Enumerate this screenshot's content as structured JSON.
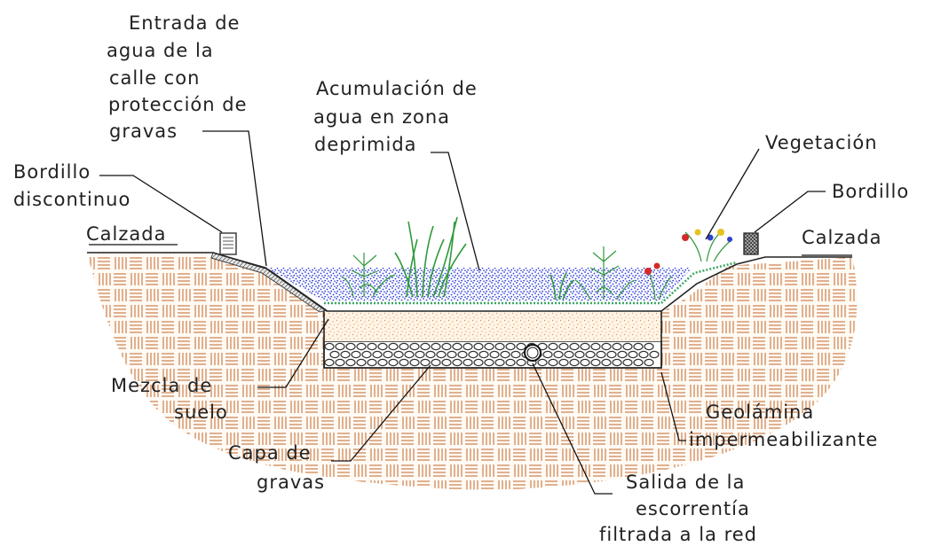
{
  "colors": {
    "soil": "#c8743c",
    "soil_bg": "#fffaf4",
    "water": "#2a3bd6",
    "mix": "#d98a4a",
    "mix_bg": "#fff4e6",
    "gravel": "#333333",
    "curb": "#777777",
    "plant_green": "#2f9a3a",
    "flower_red": "#d42a2a",
    "flower_yellow": "#e6c21c",
    "flower_blue": "#3040c8"
  },
  "labels": {
    "entrada": [
      "Entrada de",
      "agua de la",
      "calle con",
      "protección de",
      "gravas"
    ],
    "acumulacion": [
      "Acumulación de",
      "agua en zona",
      "deprimida"
    ],
    "vegetacion": [
      "Vegetación"
    ],
    "bordillo_discontinuo": [
      "Bordillo",
      "discontinuo"
    ],
    "bordillo": [
      "Bordillo"
    ],
    "calzada_left": [
      "Calzada"
    ],
    "calzada_right": [
      "Calzada"
    ],
    "mezcla": [
      "Mezcla de",
      "suelo"
    ],
    "geolamina": [
      "Geolámina",
      "impermeabilizante"
    ],
    "capa": [
      "Capa de",
      "gravas"
    ],
    "salida": [
      "Salida de la",
      "escorrentía",
      "filtrada a la red"
    ]
  }
}
